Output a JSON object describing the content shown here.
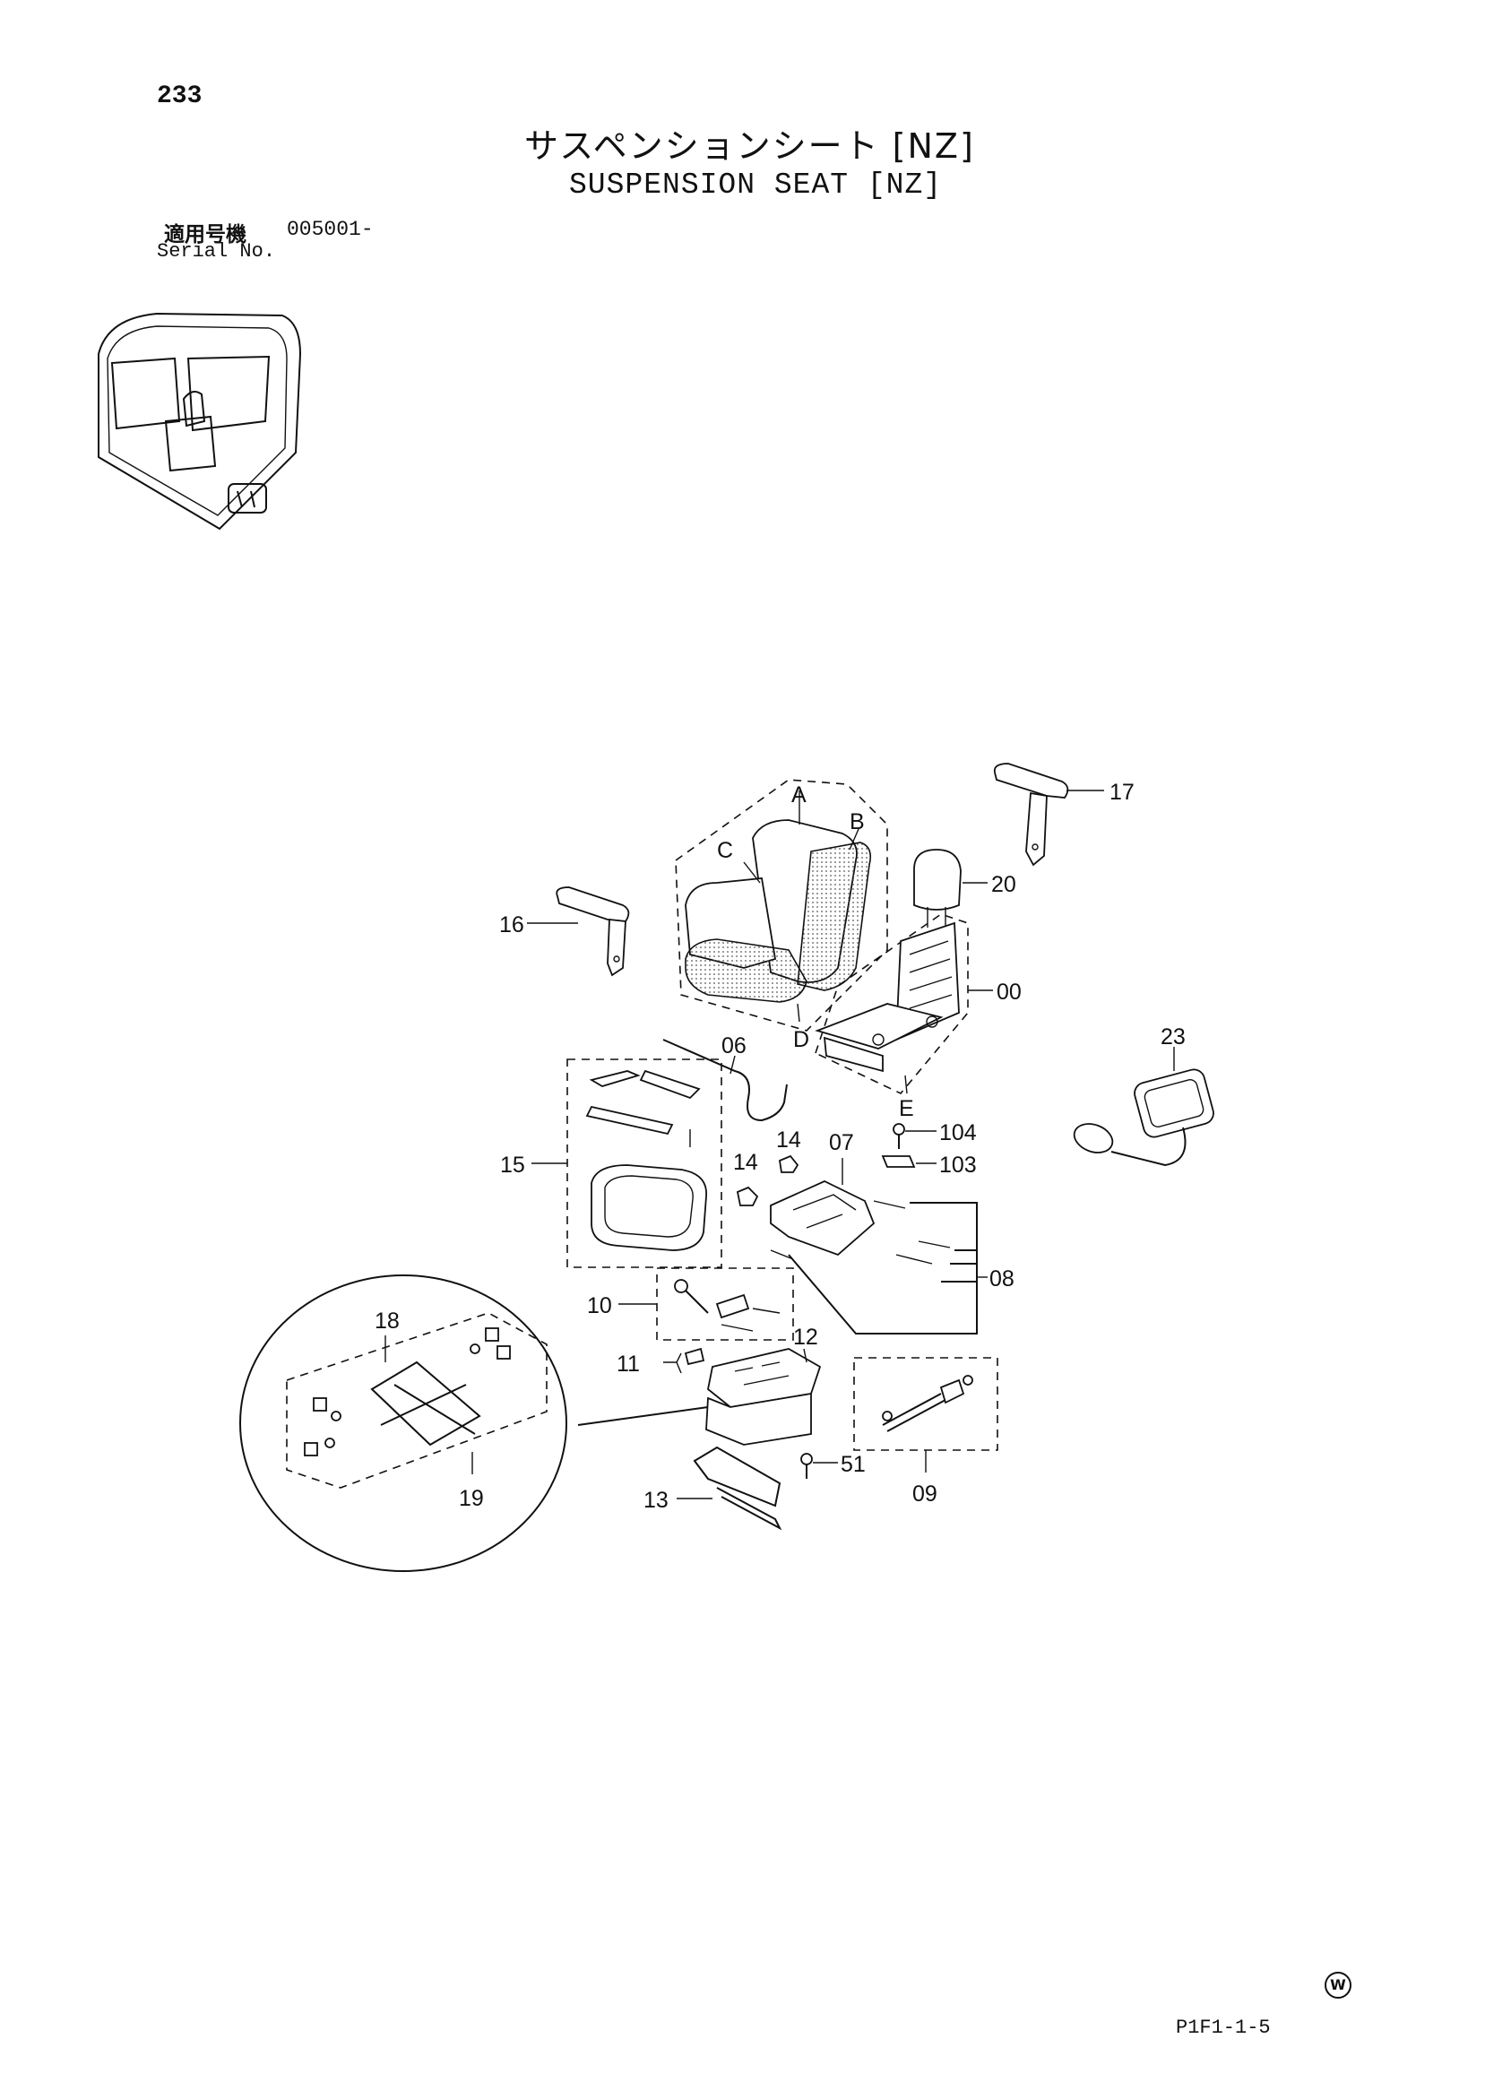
{
  "page_number": "233",
  "title_jp": "サスペンションシート [NZ]",
  "title_en": "SUSPENSION SEAT [NZ]",
  "serial": {
    "label_jp": "適用号機",
    "value": "005001-",
    "label_en": "Serial No."
  },
  "footer_code": "P1F1-1-5",
  "footer_mark": "W",
  "callouts": {
    "c17": "17",
    "c20": "20",
    "c16": "16",
    "c00": "00",
    "c23": "23",
    "c06": "06",
    "c104": "104",
    "c103": "103",
    "c15": "15",
    "c14a": "14",
    "c14b": "14",
    "c07": "07",
    "c08": "08",
    "c10": "10",
    "c18": "18",
    "c11": "11",
    "c12": "12",
    "c51": "51",
    "c13": "13",
    "c09": "09",
    "c19": "19",
    "lA": "A",
    "lB": "B",
    "lC": "C",
    "lD": "D",
    "lE": "E"
  }
}
